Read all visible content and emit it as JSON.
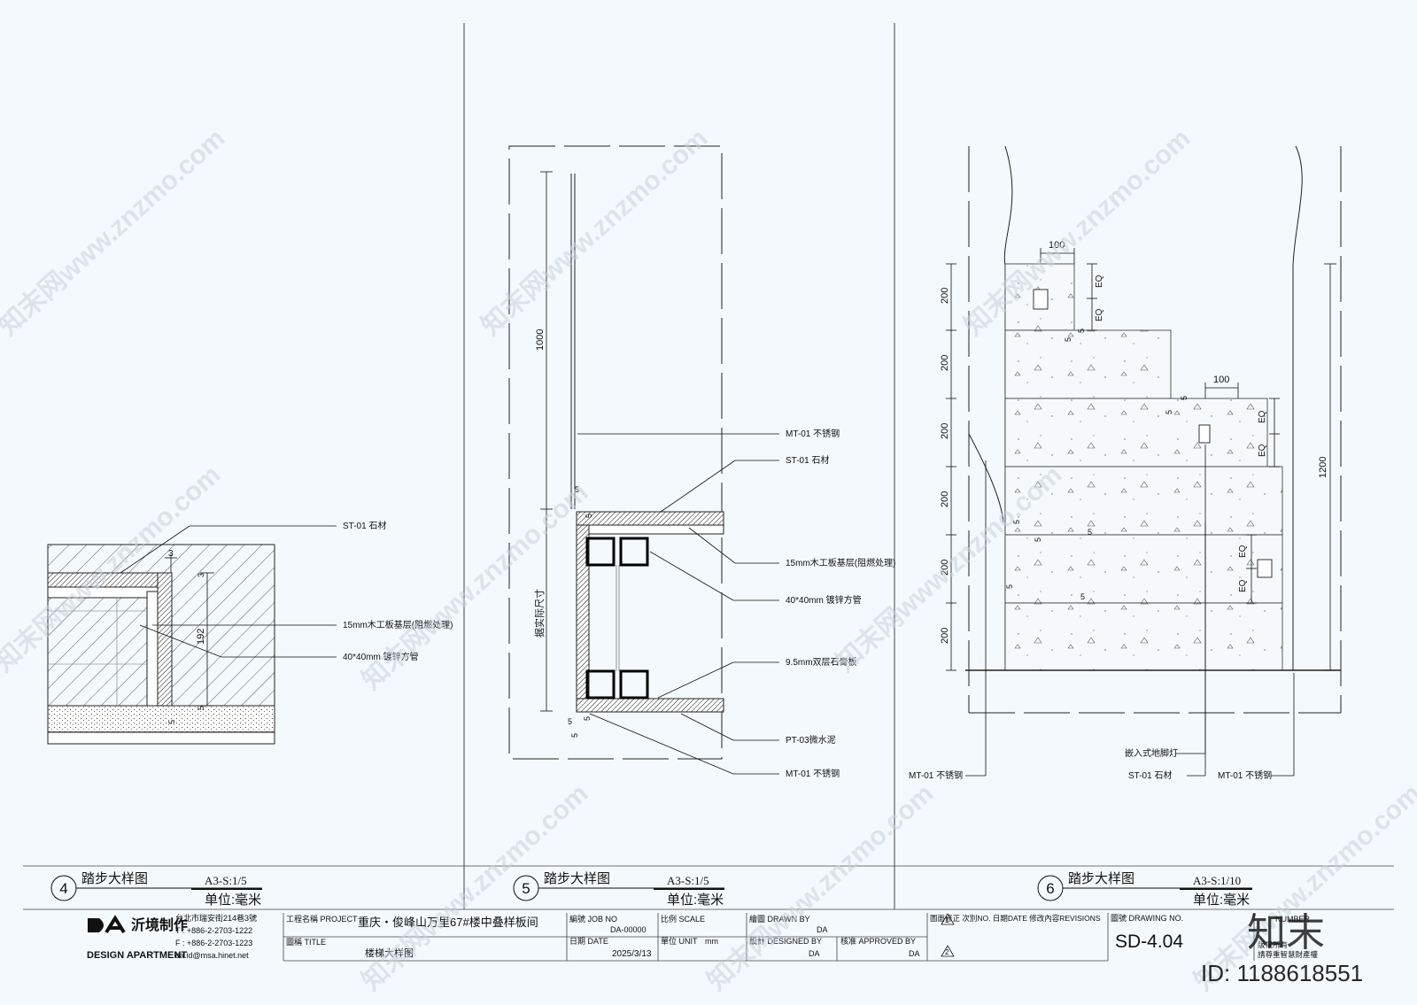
{
  "details": [
    {
      "number": "4",
      "title": "踏步大样图",
      "scale": "A3-S:1/5",
      "unit": "单位:毫米",
      "labels": [
        "ST-01 石材",
        "15mm木工板基层(阻燃处理)",
        "40*40mm 镀锌方管"
      ],
      "dims": [
        "3",
        "3",
        "192",
        "5",
        "5"
      ]
    },
    {
      "number": "5",
      "title": "踏步大样图",
      "scale": "A3-S:1/5",
      "unit": "单位:毫米",
      "labels": [
        "MT-01 不锈钢",
        "ST-01 石材",
        "15mm木工板基层(阻燃处理)",
        "40*40mm 镀锌方管",
        "9.5mm双层石膏板",
        "PT-03微水泥",
        "MT-01 不锈钢"
      ],
      "dims": [
        "1000",
        "据实际尺寸",
        "5",
        "5",
        "5",
        "5",
        "5"
      ]
    },
    {
      "number": "6",
      "title": "踏步大样图",
      "scale": "A3-S:1/10",
      "unit": "单位:毫米",
      "labels": [
        "MT-01 不锈钢",
        "嵌入式地脚灯",
        "ST-01 石材",
        "MT-01 不锈钢"
      ],
      "risers": [
        "200",
        "200",
        "200",
        "200",
        "200",
        "200"
      ],
      "dims": [
        "100",
        "100",
        "EQ",
        "EQ",
        "EQ",
        "EQ",
        "EQ",
        "EQ",
        "1200",
        "5",
        "5",
        "5",
        "5",
        "5",
        "5",
        "5",
        "5",
        "5"
      ]
    }
  ],
  "title_block": {
    "company_cn": "沂境制作",
    "company_en": "DESIGN APARTMENT",
    "address": "台北市瑞安街214巷3號",
    "tel": "T : +886-2-2703-1222",
    "fax": "F : +886-2-2703-1223",
    "email": "da.id@msa.hinet.net",
    "project_label": "工程名稱 PROJECT",
    "project_value": "重庆・俊峰山万里67#楼中叠样板间",
    "title_label": "圖稱 TITLE",
    "title_value": "楼梯大样图",
    "job_label": "編號 JOB NO",
    "job_value": "DA-00000",
    "date_label": "日期 DATE",
    "date_value": "2025/3/13",
    "scale_label": "比例 SCALE",
    "unit_label": "單位 UNIT",
    "unit_value": "mm",
    "drawn_label": "繪圖 DRAWN BY",
    "drawn_value": "DA",
    "designed_label": "設計 DESIGNED BY",
    "designed_value": "DA",
    "approved_label": "核准 APPROVED BY",
    "approved_value": "DA",
    "revisions_label": "圖面修正 次別NO. 日期DATE 修改內容REVISIONS",
    "rev1": "1",
    "rev2": "2",
    "drawing_no_label": "圖號 DRAWING NO.",
    "drawing_no_value": "SD-4.04",
    "number_label": "NUMBER",
    "copyright1": "版權所有",
    "copyright2": "請尊重智慧財產權"
  },
  "watermark": {
    "site": "知末网www.znzmo.com",
    "logo": "知末",
    "id": "ID: 1188618551"
  }
}
